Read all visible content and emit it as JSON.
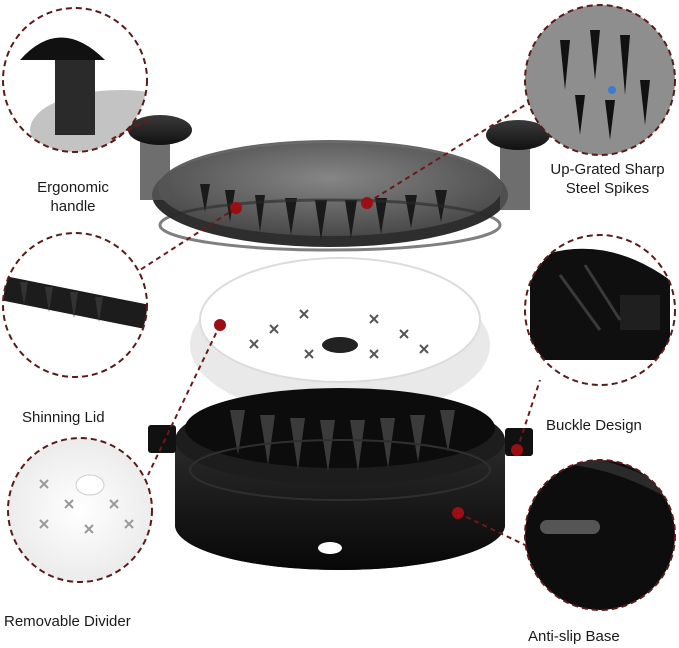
{
  "labels": {
    "ergonomic_handle": "Ergonomic handle",
    "sharp_spikes_line1": "Up-Grated Sharp",
    "sharp_spikes_line2": "Steel Spikes",
    "shinning_lid": "Shinning Lid",
    "buckle_design": "Buckle Design",
    "removable_divider": "Removable Divider",
    "anti_slip_base": "Anti-slip Base"
  },
  "colors": {
    "leader_line": "#6b1a1a",
    "leader_dot": "#9b0f14",
    "callout_ring": "#5a1a1a",
    "lid_tint": "#5e5e5e",
    "base_black": "#0f0f0f",
    "divider_white": "#f4f4f4"
  },
  "icons": [
    "handle-knob-icon",
    "spikes-closeup-icon",
    "lid-edge-icon",
    "buckle-icon",
    "divider-icon",
    "antislip-pad-icon"
  ]
}
